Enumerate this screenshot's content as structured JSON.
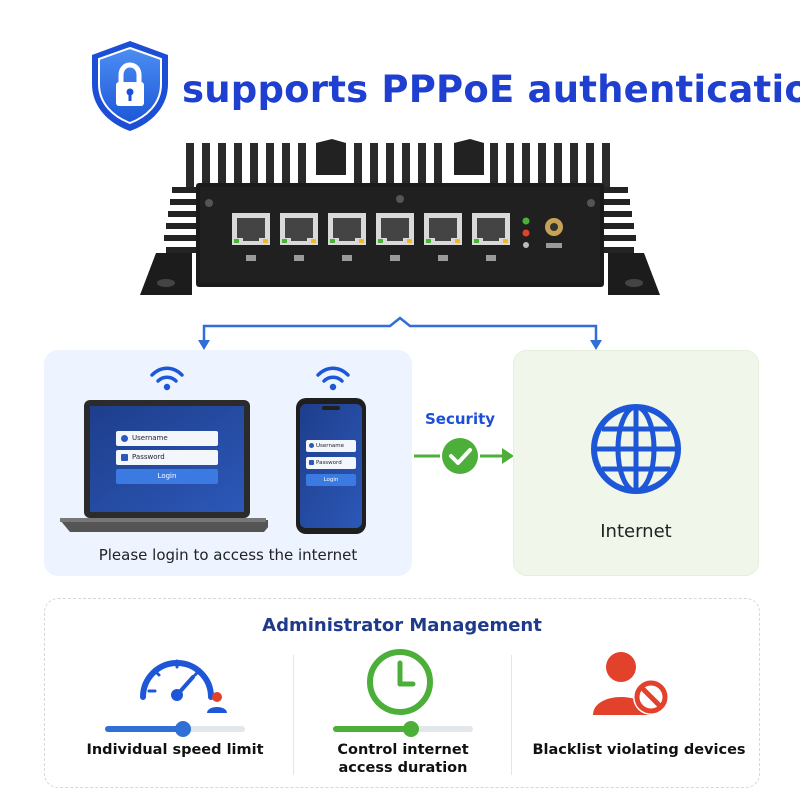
{
  "header": {
    "headline": "supports PPPoE authentication",
    "icon": "shield-lock-icon"
  },
  "colors": {
    "brand_blue": "#1f3fd0",
    "connector_blue": "#2f6fd6",
    "security_green": "#4caf3a",
    "accent_red": "#e2412c",
    "device_black": "#1c1c1c"
  },
  "device": {
    "ethernet_ports": 6,
    "icons": [
      "ethernet-port-icon",
      "status-led-icon",
      "power-jack-icon"
    ]
  },
  "login_panel": {
    "caption": "Please login to access the internet",
    "laptop": {
      "username_placeholder": "Username",
      "password_placeholder": "Password",
      "login_button": "Login"
    },
    "phone": {
      "username_placeholder": "Username",
      "password_placeholder": "Password",
      "login_button": "Login"
    }
  },
  "security": {
    "label": "Security",
    "icon": "check-circle-icon"
  },
  "internet_panel": {
    "label": "Internet",
    "icon": "globe-icon"
  },
  "admin": {
    "title": "Administrator Management",
    "features": [
      {
        "label": "Individual speed limit",
        "icon": "speedometer-user-icon",
        "slider_level": 0.56
      },
      {
        "label_line1": "Control internet",
        "label_line2": "access duration",
        "icon": "clock-icon",
        "slider_level": 0.56
      },
      {
        "label": "Blacklist violating devices",
        "icon": "user-blocked-icon"
      }
    ]
  }
}
